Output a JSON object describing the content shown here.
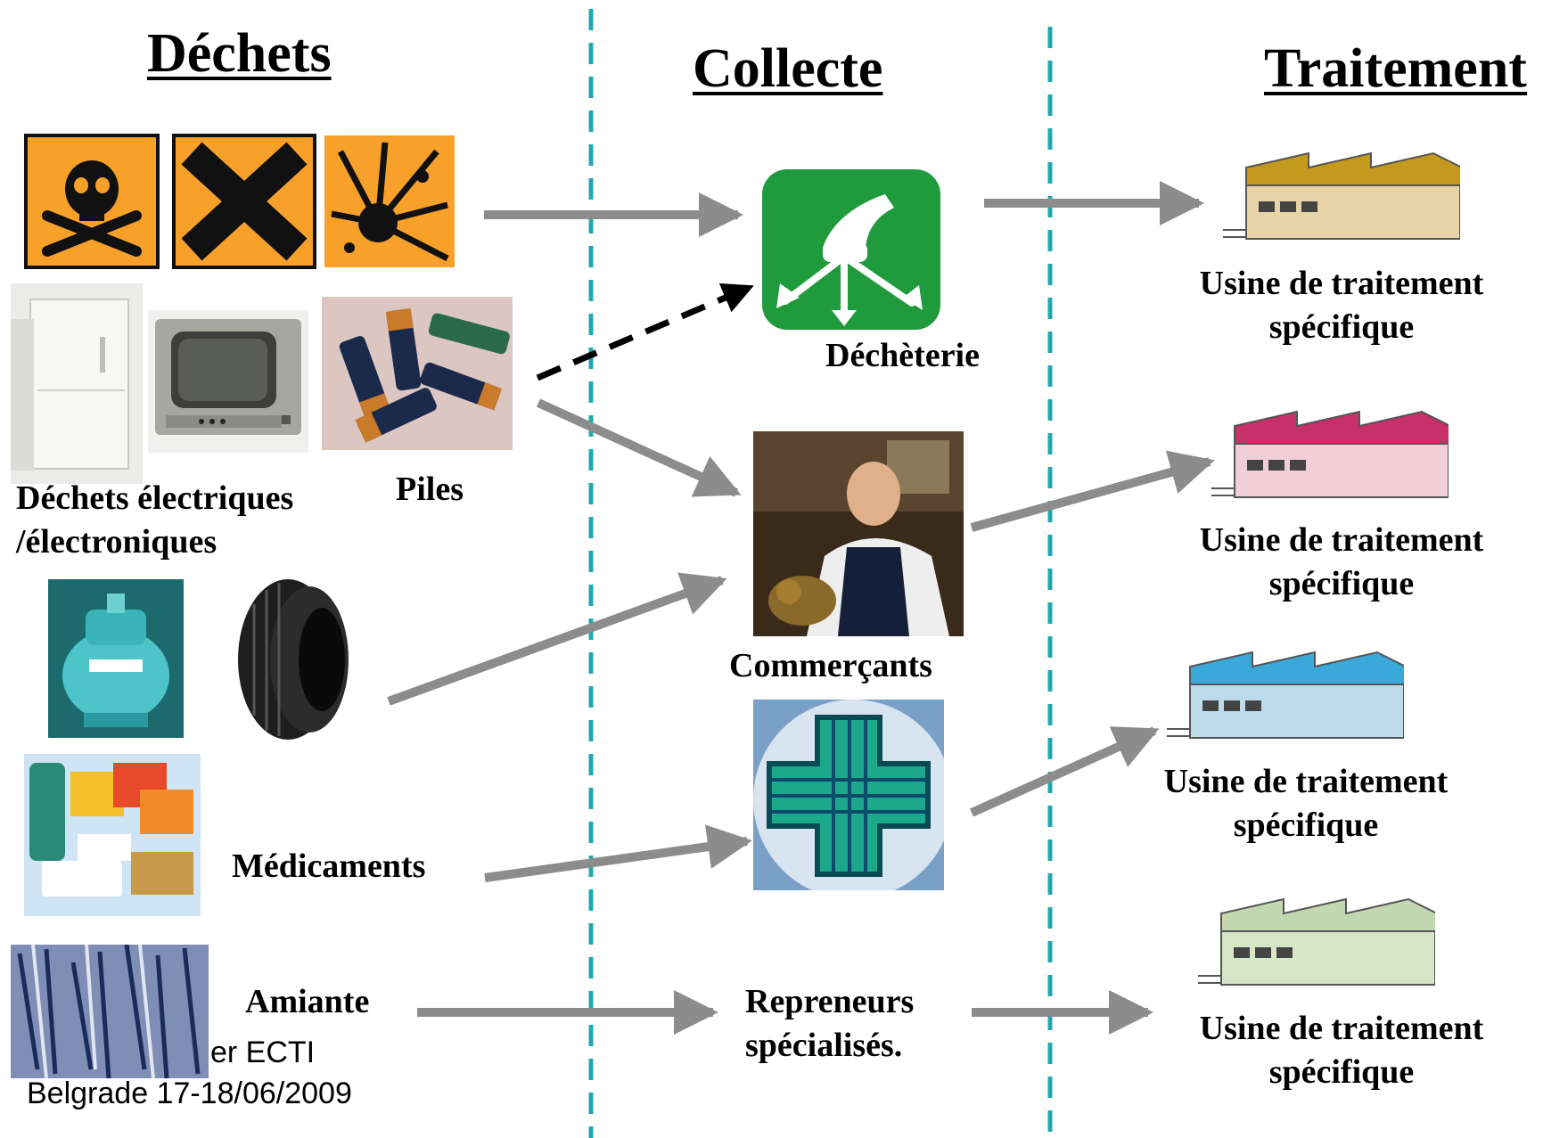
{
  "columns": {
    "waste": "Déchets",
    "collection": "Collecte",
    "treatment": "Traitement"
  },
  "waste_items": {
    "electrical": [
      "Déchets électriques",
      "/électroniques"
    ],
    "batteries": "Piles",
    "medicines": "Médicaments",
    "asbestos": "Amiante"
  },
  "collection_points": {
    "recycling_center": "Déchèterie",
    "retailers": "Commerçants",
    "contractors": [
      "Repreneurs",
      "spécialisés."
    ]
  },
  "treatment_plants": [
    {
      "label": [
        "Usine de traitement",
        "spécifique"
      ],
      "roof_color": "#c49a1e",
      "wall_color": "#e8d3a8"
    },
    {
      "label": [
        "Usine de traitement",
        "spécifique"
      ],
      "roof_color": "#c8306a",
      "wall_color": "#f2cfd8"
    },
    {
      "label": [
        "Usine de traitement",
        "spécifique"
      ],
      "roof_color": "#3aa8d8",
      "wall_color": "#bcdcec"
    },
    {
      "label": [
        "Usine de traitement",
        "spécifique"
      ],
      "roof_color": "#c3d8b0",
      "wall_color": "#d8e6c8"
    }
  ],
  "footer": {
    "line1": "er ECTI",
    "line2": "Belgrade 17-18/06/2009"
  },
  "colors": {
    "divider": "#20a8b0",
    "arrow": "#8c8c8c",
    "hazard_orange": "#f7a02a",
    "recycle_green": "#1f9a3c"
  }
}
